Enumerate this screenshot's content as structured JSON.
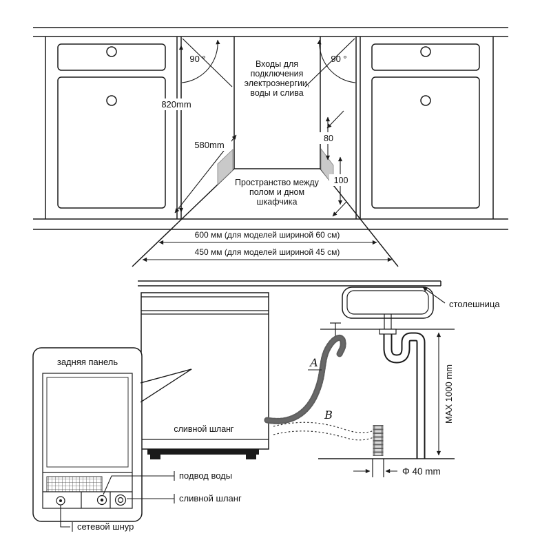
{
  "niche_diagram": {
    "angle_left": "90 °",
    "angle_right": "90 °",
    "inlets_note": [
      "Входы для",
      "подключения",
      "электроэнергии,",
      "воды и слива"
    ],
    "height_dim": "820mm",
    "depth_dim": "580mm",
    "side_gap_dim": "80",
    "bottom_gap_dim": "100",
    "floor_note": [
      "Пространство между",
      "полом и дном",
      "шкафчика"
    ],
    "width_60_dim": "600 мм (для моделей шириной 60 см)",
    "width_45_dim": "450 мм (для моделей шириной 45 см)"
  },
  "plumbing_diagram": {
    "countertop_label": "столешница",
    "back_panel_title": "задняя панель",
    "drain_hose_label": "сливной шланг",
    "route_a_label": "A",
    "route_b_label": "B",
    "max_height_label": "MAX 1000 mm",
    "pipe_diameter_label": "Φ 40 mm",
    "water_supply_label": "подвод воды",
    "drain_hose_label_2": "сливной шланг",
    "power_cord_label": "сетевой шнур"
  }
}
